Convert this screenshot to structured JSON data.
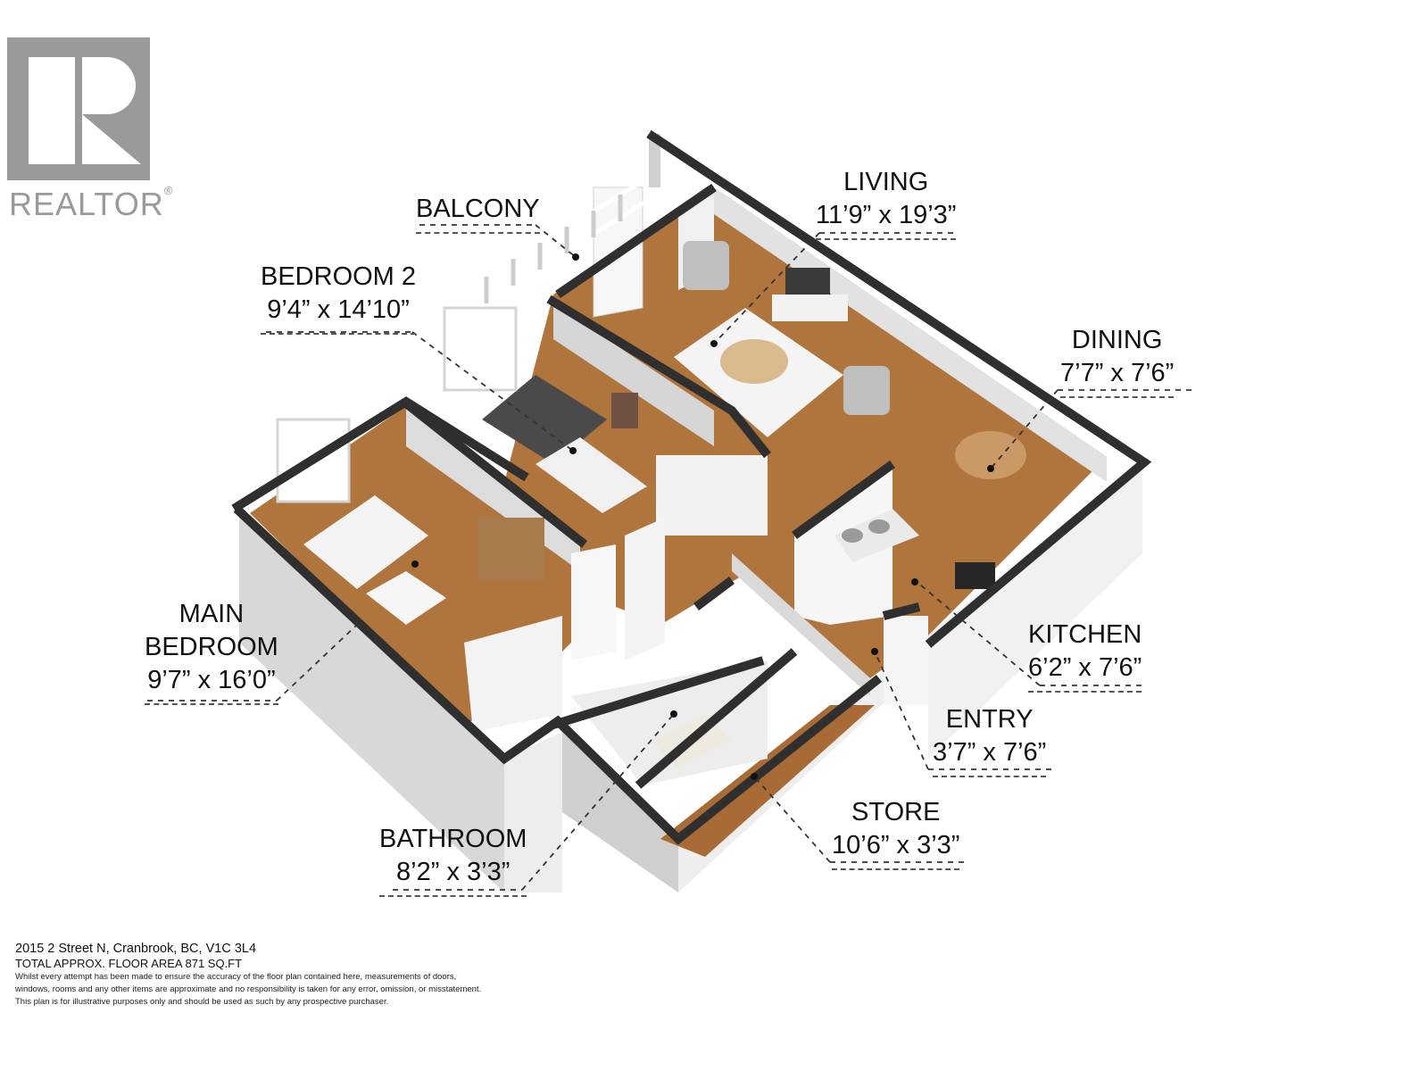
{
  "logo": {
    "letter": "R",
    "text": "REALTOR",
    "registered": "®",
    "color": "#9a9a9a"
  },
  "rooms": [
    {
      "id": "balcony",
      "name": "BALCONY",
      "dimensions": ""
    },
    {
      "id": "bedroom2",
      "name": "BEDROOM 2",
      "dimensions": "9’4” x 14’10”"
    },
    {
      "id": "living",
      "name": "LIVING",
      "dimensions": "11’9” x 19’3”"
    },
    {
      "id": "dining",
      "name": "DINING",
      "dimensions": "7’7” x 7’6”"
    },
    {
      "id": "main_bedroom",
      "name_line1": "MAIN",
      "name_line2": "BEDROOM",
      "dimensions": "9’7” x 16’0”"
    },
    {
      "id": "kitchen",
      "name": "KITCHEN",
      "dimensions": "6’2” x 7’6”"
    },
    {
      "id": "entry",
      "name": "ENTRY",
      "dimensions": "3’7” x 7’6”"
    },
    {
      "id": "store",
      "name": "STORE",
      "dimensions": "10’6” x 3’3”"
    },
    {
      "id": "bathroom",
      "name": "BATHROOM",
      "dimensions": "8’2” x 3’3”"
    }
  ],
  "footer": {
    "address": "2015 2 Street N, Cranbrook, BC, V1C 3L4",
    "total_area": "TOTAL APPROX. FLOOR AREA 871 SQ.FT",
    "disclaimer_1": "Whilst every attempt has been made to ensure the accuracy of the floor plan contained here, measurements of doors,",
    "disclaimer_2": "windows, rooms and any other items are approximate and no responsibility is taken for any error, omission, or misstatement.",
    "disclaimer_3": "This plan is for illustrative purposes only and should be used as such by any prospective purchaser."
  },
  "colors": {
    "wall_top": "#2f2f2f",
    "wall_side": "#e6e6e6",
    "wall_shadow": "#cfcfcf",
    "floor_wood": "#b0743d",
    "rug": "#f4f4f4"
  }
}
